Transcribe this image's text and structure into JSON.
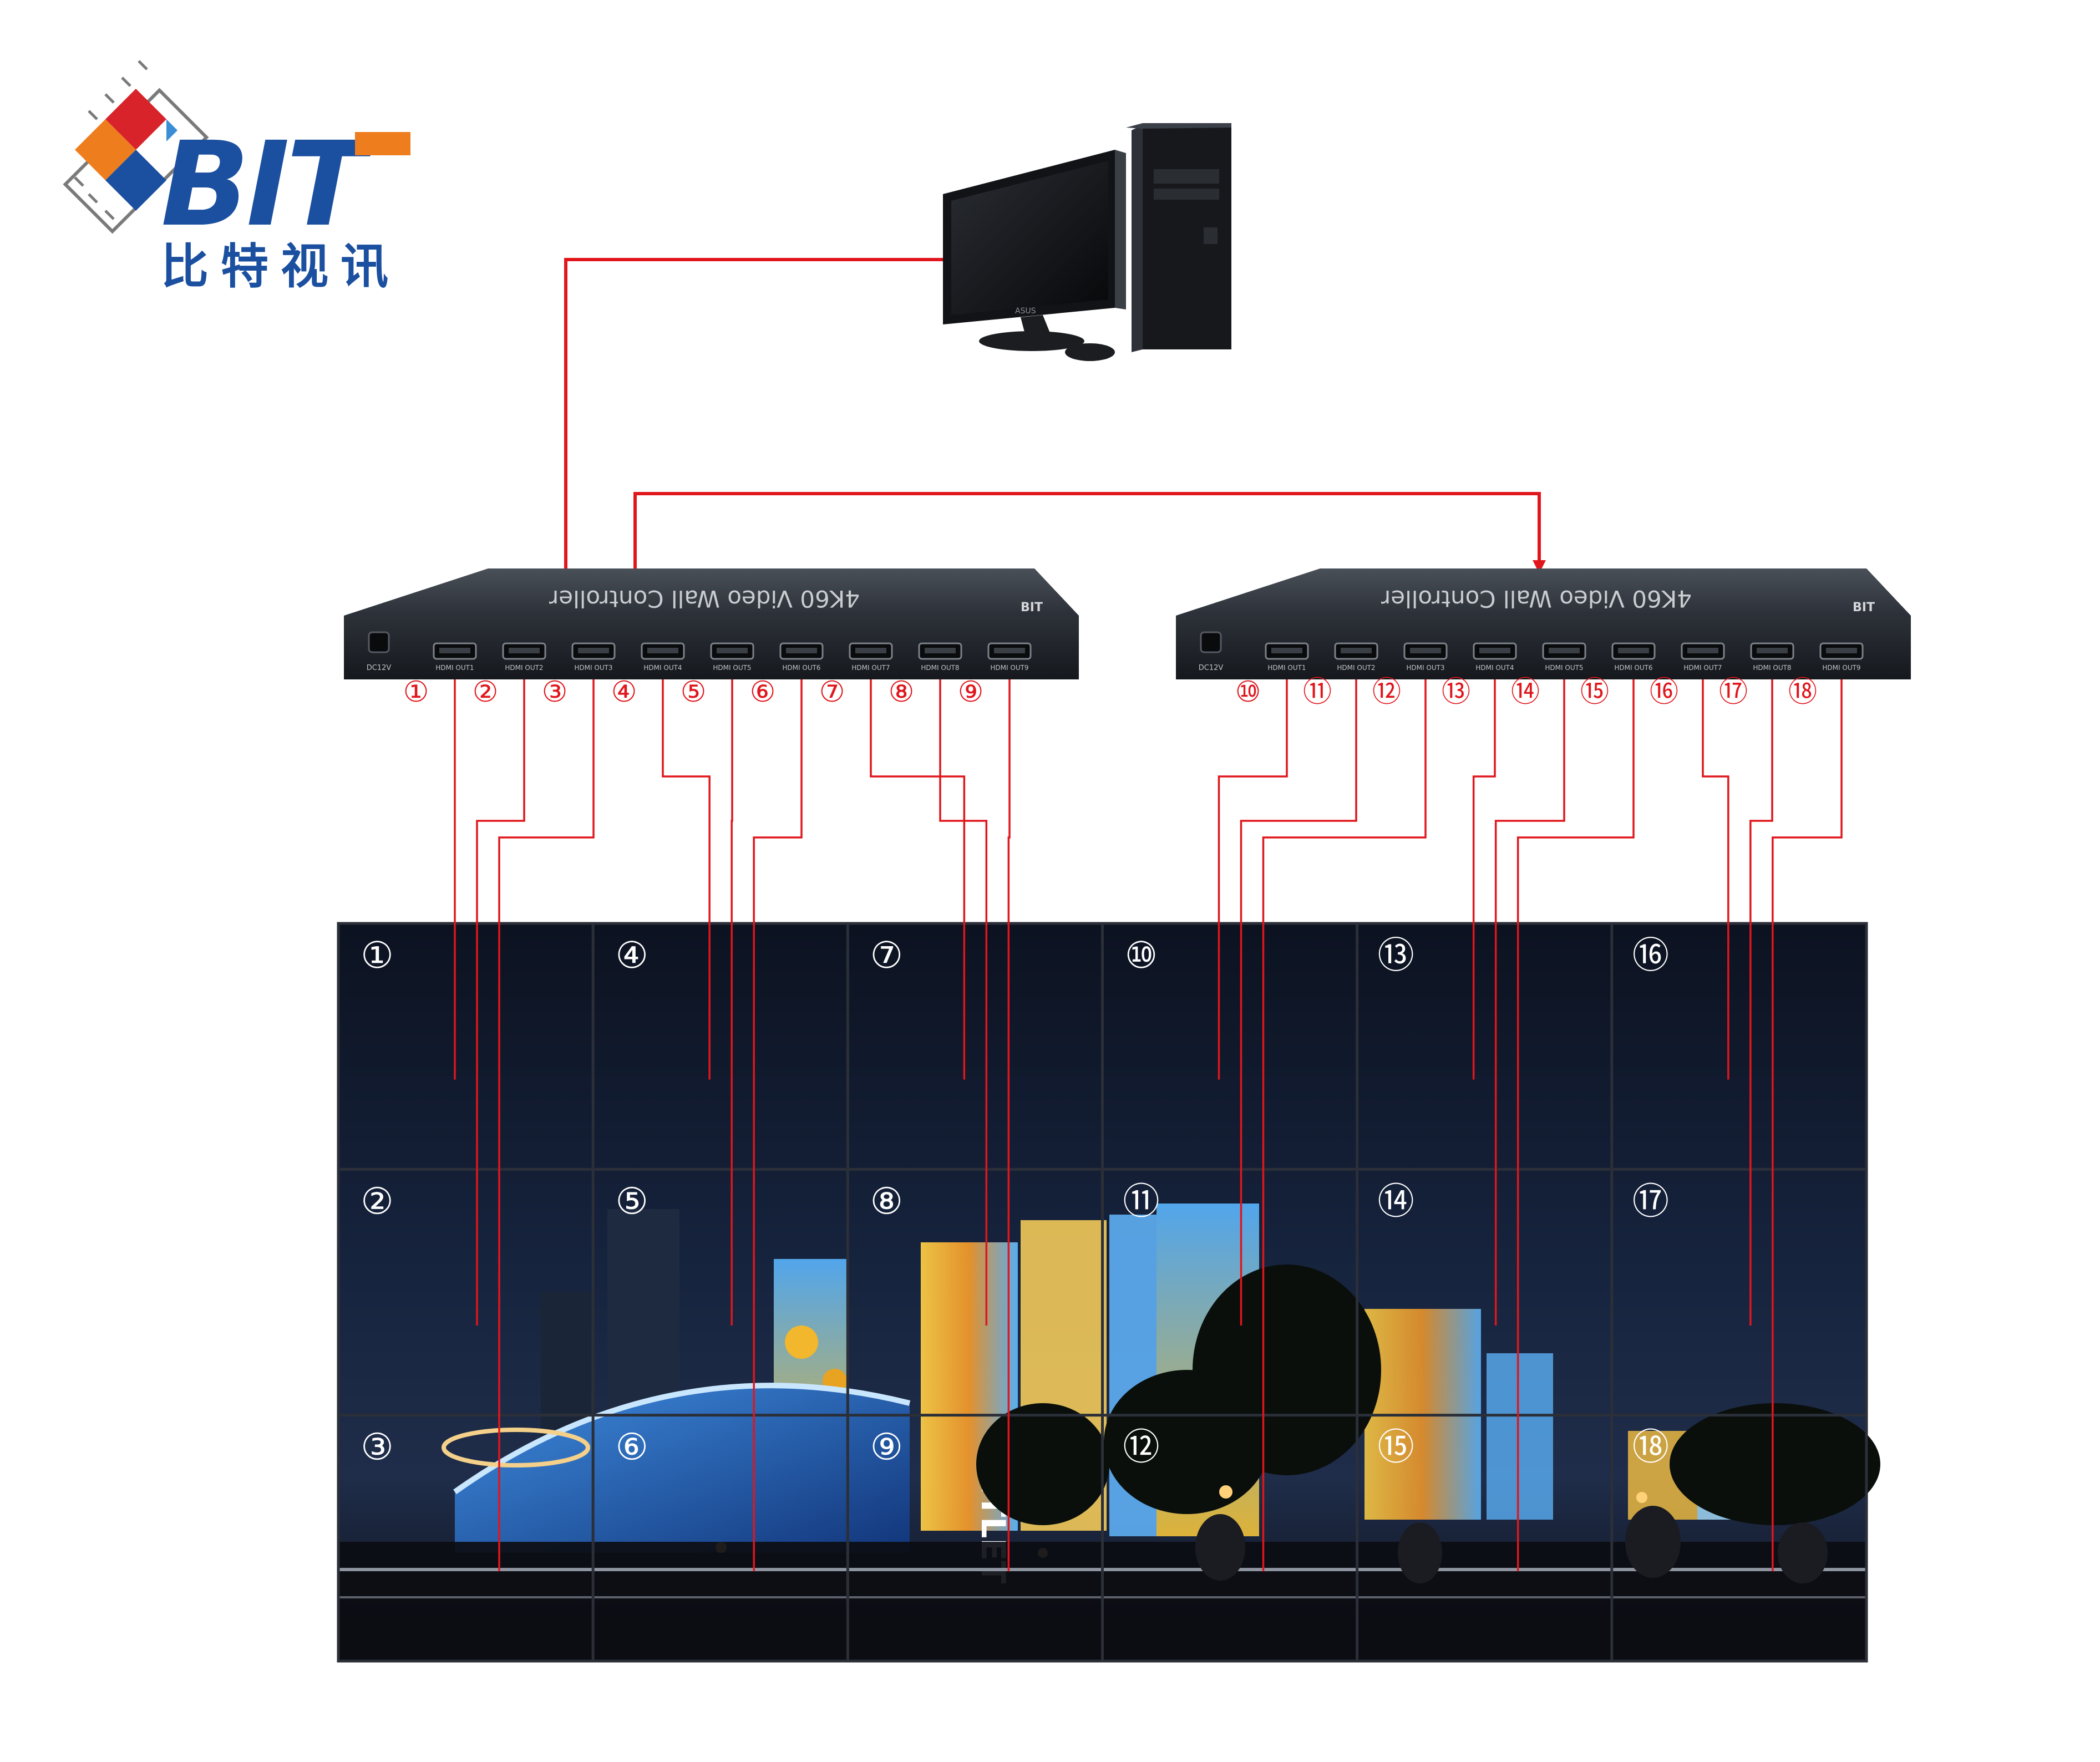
{
  "logo": {
    "text": "BIT",
    "subtitle": "比特视讯",
    "colors": {
      "blue": "#1b4fa0",
      "orange": "#ee7d1e",
      "red": "#d8232a",
      "light_blue": "#3b8ed6"
    }
  },
  "pc": {
    "icon": "desktop-computer-icon",
    "monitor_brand": "ASUS"
  },
  "controllers": [
    {
      "model_text": "4K60 Video Wall Controller",
      "brand_text": "BIT",
      "power_label": "DC12V",
      "ports": [
        "HDMI OUT1",
        "HDMI OUT2",
        "HDMI OUT3",
        "HDMI OUT4",
        "HDMI OUT5",
        "HDMI OUT6",
        "HDMI OUT7",
        "HDMI OUT8",
        "HDMI OUT9"
      ],
      "port_numbers": [
        "①",
        "②",
        "③",
        "④",
        "⑤",
        "⑥",
        "⑦",
        "⑧",
        "⑨"
      ]
    },
    {
      "model_text": "4K60 Video Wall Controller",
      "brand_text": "BIT",
      "power_label": "DC12V",
      "ports": [
        "HDMI OUT1",
        "HDMI OUT2",
        "HDMI OUT3",
        "HDMI OUT4",
        "HDMI OUT5",
        "HDMI OUT6",
        "HDMI OUT7",
        "HDMI OUT8",
        "HDMI OUT9"
      ],
      "port_numbers": [
        "⑩",
        "⑪",
        "⑫",
        "⑬",
        "⑭",
        "⑮",
        "⑯",
        "⑰",
        "⑱"
      ]
    }
  ],
  "video_wall": {
    "columns": 6,
    "rows": 3,
    "screen_labels": [
      [
        "①",
        "④",
        "⑦",
        "⑩",
        "⑬",
        "⑯"
      ],
      [
        "②",
        "⑤",
        "⑧",
        "⑪",
        "⑭",
        "⑰"
      ],
      [
        "③",
        "⑥",
        "⑨",
        "⑫",
        "⑮",
        "⑱"
      ]
    ],
    "scene_signage": "CNTLET"
  },
  "colors": {
    "cable": "#e0161c",
    "device": "#2a2f36",
    "wall_sky": "#101726"
  }
}
